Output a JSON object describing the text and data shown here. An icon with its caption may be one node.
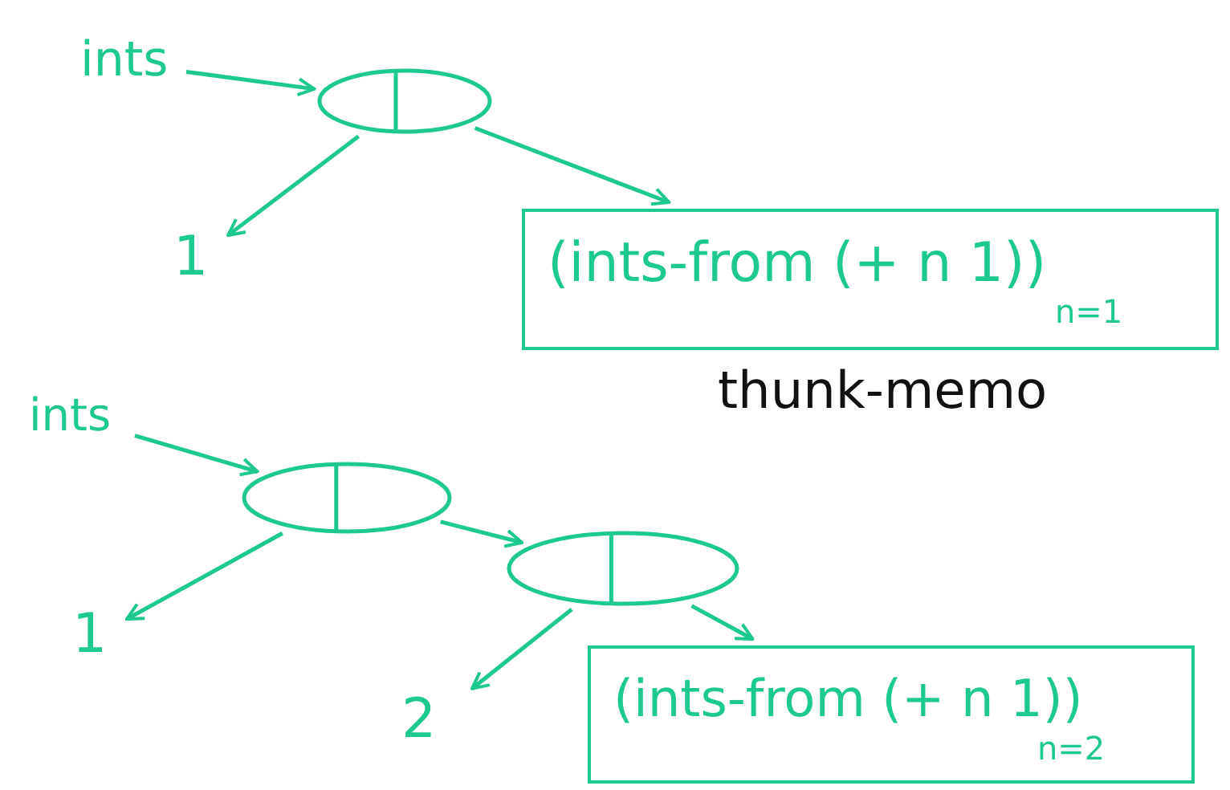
{
  "diagram": {
    "nodes": [
      {
        "text": [
          "ints"
        ]
      },
      {
        "text": [],
        "shape": "ellipse"
      },
      {
        "text": [
          "1"
        ]
      },
      {
        "text": [
          "(ints-from (+ n 1))",
          "n=1"
        ],
        "beside": [
          "thunk-memo"
        ]
      },
      {
        "text": [
          "ints"
        ]
      },
      {
        "text": [],
        "shape": "ellipse"
      },
      {
        "text": [
          "1"
        ]
      },
      {
        "text": [],
        "shape": "ellipse"
      },
      {
        "text": [
          "2"
        ]
      },
      {
        "text": [
          "(ints-from (+ n 1))",
          "n=2"
        ]
      }
    ],
    "edges": [
      {
        "from": 0,
        "to": 1,
        "arrow": "to"
      },
      {
        "from": 1,
        "to": 2,
        "arrow": "to"
      },
      {
        "from": 1,
        "to": 3,
        "arrow": "to"
      },
      {
        "from": 4,
        "to": 5,
        "arrow": "to"
      },
      {
        "from": 5,
        "to": 6,
        "arrow": "to"
      },
      {
        "from": 5,
        "to": 7,
        "arrow": "to"
      },
      {
        "from": 7,
        "to": 8,
        "arrow": "to"
      },
      {
        "from": 7,
        "to": 9,
        "arrow": "to"
      }
    ]
  }
}
